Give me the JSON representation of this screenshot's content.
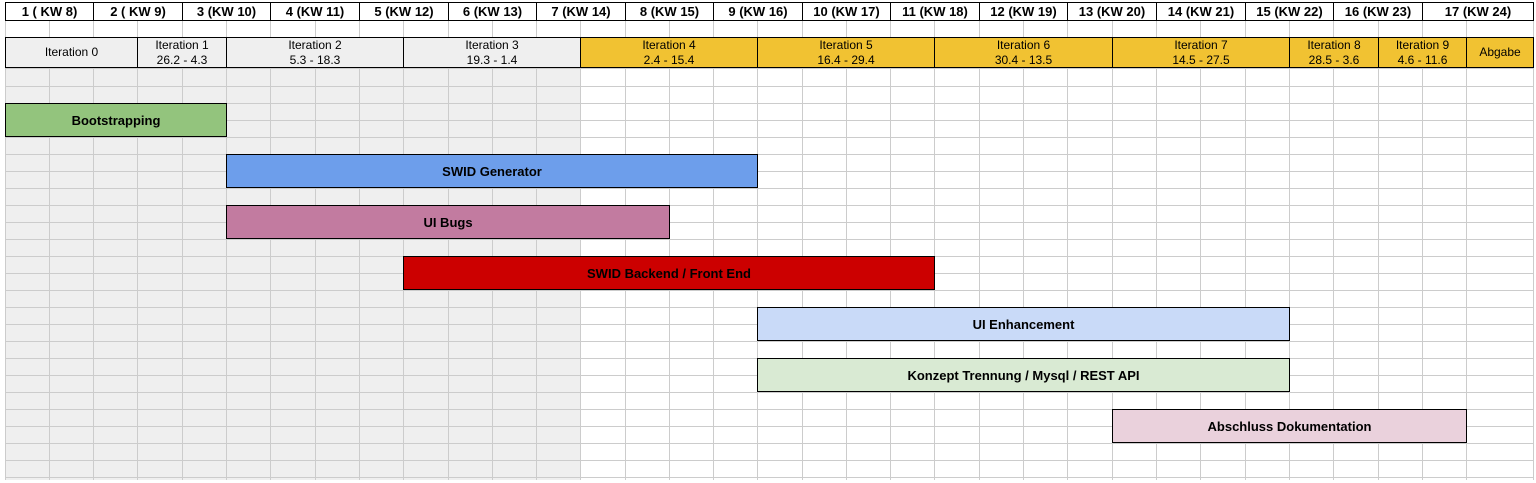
{
  "weeks": [
    "1 ( KW 8)",
    "2 ( KW 9)",
    "3 (KW 10)",
    "4 (KW 11)",
    "5 (KW 12)",
    "6 (KW 13)",
    "7 (KW 14)",
    "8 (KW 15)",
    "9 (KW 16)",
    "10 (KW 17)",
    "11 (KW 18)",
    "12 (KW 19)",
    "13 (KW 20)",
    "14 (KW 21)",
    "15 (KW 22)",
    "16 (KW 23)",
    "17 (KW 24)"
  ],
  "iterations": [
    {
      "name": "Iteration 0",
      "dates": "",
      "status": "past"
    },
    {
      "name": "Iteration 1",
      "dates": "26.2 - 4.3",
      "status": "past"
    },
    {
      "name": "Iteration 2",
      "dates": "5.3 - 18.3",
      "status": "past"
    },
    {
      "name": "Iteration 3",
      "dates": "19.3 - 1.4",
      "status": "past"
    },
    {
      "name": "Iteration 4",
      "dates": "2.4 - 15.4",
      "status": "upcoming"
    },
    {
      "name": "Iteration 5",
      "dates": "16.4 - 29.4",
      "status": "upcoming"
    },
    {
      "name": "Iteration 6",
      "dates": "30.4 - 13.5",
      "status": "upcoming"
    },
    {
      "name": "Iteration 7",
      "dates": "14.5 - 27.5",
      "status": "upcoming"
    },
    {
      "name": "Iteration 8",
      "dates": "28.5 - 3.6",
      "status": "upcoming"
    },
    {
      "name": "Iteration 9",
      "dates": "4.6 - 11.6",
      "status": "upcoming"
    },
    {
      "name": "Abgabe",
      "dates": "",
      "status": "upcoming"
    }
  ],
  "tasks": [
    {
      "label": "Bootstrapping",
      "color": "#93c47d"
    },
    {
      "label": "SWID Generator",
      "color": "#6d9eeb"
    },
    {
      "label": "UI Bugs",
      "color": "#c27ba0"
    },
    {
      "label": "SWID Backend / Front End",
      "color": "#cc0000"
    },
    {
      "label": "UI Enhancement",
      "color": "#c9daf8"
    },
    {
      "label": "Konzept Trennung / Mysql / REST API",
      "color": "#d9ead3"
    },
    {
      "label": "Abschluss Dokumentation",
      "color": "#ead1dc"
    }
  ],
  "colors": {
    "past_fill": "#efefef",
    "upcoming_fill": "#f1c232"
  }
}
